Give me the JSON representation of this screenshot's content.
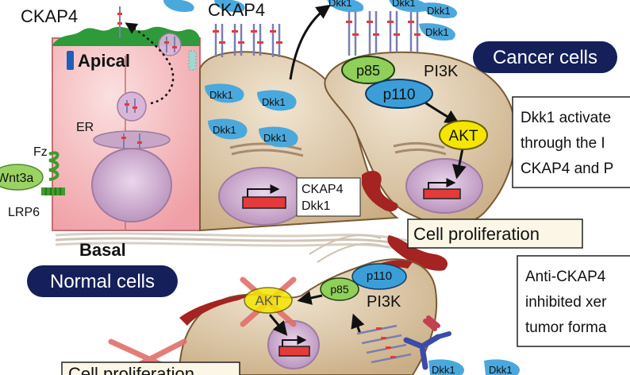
{
  "labels": {
    "ckap4_left": "CKAP4",
    "ckap4_top": "CKAP4",
    "apical": "Apical",
    "er": "ER",
    "fz": "Fz",
    "wnt3a": "Wnt3a",
    "lrp6": "LRP6",
    "basal": "Basal",
    "normal_cells": "Normal cells",
    "cancer_cells": "Cancer cells",
    "p85": "p85",
    "pi3k": "PI3K",
    "p110": "p110",
    "akt": "AKT",
    "dkk1": "Dkk1",
    "gene_ckap4": "CKAP4",
    "gene_dkk1": "Dkk1",
    "cell_proliferation": "Cell proliferation",
    "p85_lower": "p85",
    "p110_lower": "p110",
    "pi3k_lower": "PI3K",
    "akt_lower": "AKT",
    "cell_proliferation_lower": "Cell proliferation"
  },
  "textboxes": {
    "box1_line1": "Dkk1 activate",
    "box1_line2": "through the I",
    "box1_line3": "CKAP4 and P",
    "box2_line1": "Anti-CKAP4",
    "box2_line2": "inhibited xer",
    "box2_line3": "tumor forma"
  },
  "colors": {
    "cancer_cell_fill": "#d9c3a2",
    "normal_cell_fill": "#f5c8c8",
    "green_apical": "#2e9a3a",
    "dkk1_fill": "#4aa8dc",
    "p85_fill": "#8fcf5a",
    "p110_fill": "#3b9ed8",
    "akt_fill": "#f4e600",
    "navy_pill": "#15205a",
    "red_gene": "#e43a3a",
    "red_cross": "#e0706a",
    "nucleus_fill": "#c7a6c8"
  }
}
